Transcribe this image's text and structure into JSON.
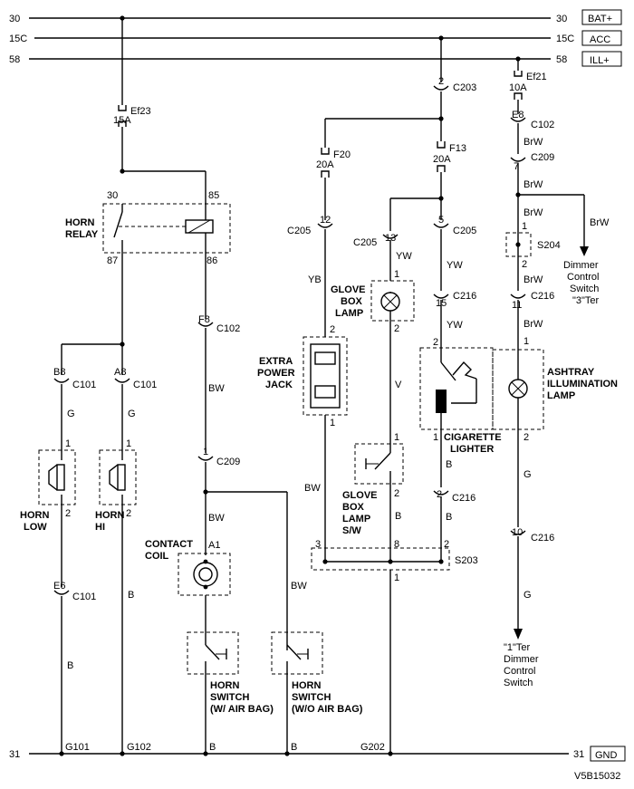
{
  "rails": {
    "r30": {
      "left": "30",
      "right": "30",
      "tag": "BAT+"
    },
    "r15c": {
      "left": "15C",
      "right": "15C",
      "tag": "ACC"
    },
    "r58": {
      "left": "58",
      "right": "58",
      "tag": "ILL+"
    },
    "r31": {
      "left": "31",
      "right": "31",
      "tag": "GND"
    }
  },
  "fuses": {
    "ef23": {
      "name": "Ef23",
      "rating": "15A"
    },
    "f20": {
      "name": "F20",
      "rating": "20A"
    },
    "f13": {
      "name": "F13",
      "rating": "20A"
    },
    "ef21": {
      "name": "Ef21",
      "rating": "10A"
    }
  },
  "relay": {
    "title1": "HORN",
    "title2": "RELAY",
    "p30": "30",
    "p85": "85",
    "p87": "87",
    "p86": "86"
  },
  "connectors": {
    "c203": {
      "pin": "2",
      "name": "C203"
    },
    "c102a": {
      "pin": "E8",
      "name": "C102"
    },
    "c209a": {
      "pin": "7",
      "name": "C209"
    },
    "c205a": {
      "pin": "12",
      "name": "C205"
    },
    "c205b": {
      "pin": "13",
      "name": "C205"
    },
    "c205c": {
      "pin": "5",
      "name": "C205"
    },
    "c102b": {
      "pin": "F8",
      "name": "C102"
    },
    "c216a": {
      "pin": "15",
      "name": "C216"
    },
    "c216b": {
      "pin": "11",
      "name": "C216"
    },
    "c101a": {
      "pin": "B8",
      "name": "C101"
    },
    "c101b": {
      "pin": "A8",
      "name": "C101"
    },
    "c209b": {
      "pin": "1",
      "name": "C209"
    },
    "c216c": {
      "pin": "2",
      "name": "C216"
    },
    "c101c": {
      "pin": "E6",
      "name": "C101"
    },
    "c216d": {
      "pin": "10",
      "name": "C216"
    }
  },
  "wires": {
    "brw": "BrW",
    "yw": "YW",
    "yb": "YB",
    "g": "G",
    "bw": "BW",
    "v": "V",
    "b": "B"
  },
  "components": {
    "s204": "S204",
    "dimmer3": [
      "Dimmer",
      "Control",
      "Switch",
      "\"3\"Ter"
    ],
    "glovelamp": [
      "GLOVE",
      "BOX",
      "LAMP"
    ],
    "extrajack": [
      "EXTRA",
      "POWER",
      "JACK"
    ],
    "ashtray": [
      "ASHTRAY",
      "ILLUMINATION",
      "LAMP"
    ],
    "lighter": [
      "CIGARETTE",
      "LIGHTER"
    ],
    "hornlow": [
      "HORN",
      "LOW"
    ],
    "hornhi": [
      "HORN",
      "HI"
    ],
    "contactcoil": [
      "CONTACT",
      "COIL"
    ],
    "coilpin": "A1",
    "glovesw": [
      "GLOVE",
      "BOX",
      "LAMP",
      "S/W"
    ],
    "s203": "S203",
    "hornswab": [
      "HORN",
      "SWITCH",
      "(W/ AIR BAG)"
    ],
    "hornswnoab": [
      "HORN",
      "SWITCH",
      "(W/O AIR BAG)"
    ],
    "dimmer1": [
      "\"1\"Ter",
      "Dimmer",
      "Control",
      "Switch"
    ]
  },
  "pins": {
    "one": "1",
    "two": "2",
    "three": "3",
    "eight": "8"
  },
  "grounds": {
    "g101": "G101",
    "g102": "G102",
    "g202": "G202"
  },
  "drawing_id": "V5B15032"
}
